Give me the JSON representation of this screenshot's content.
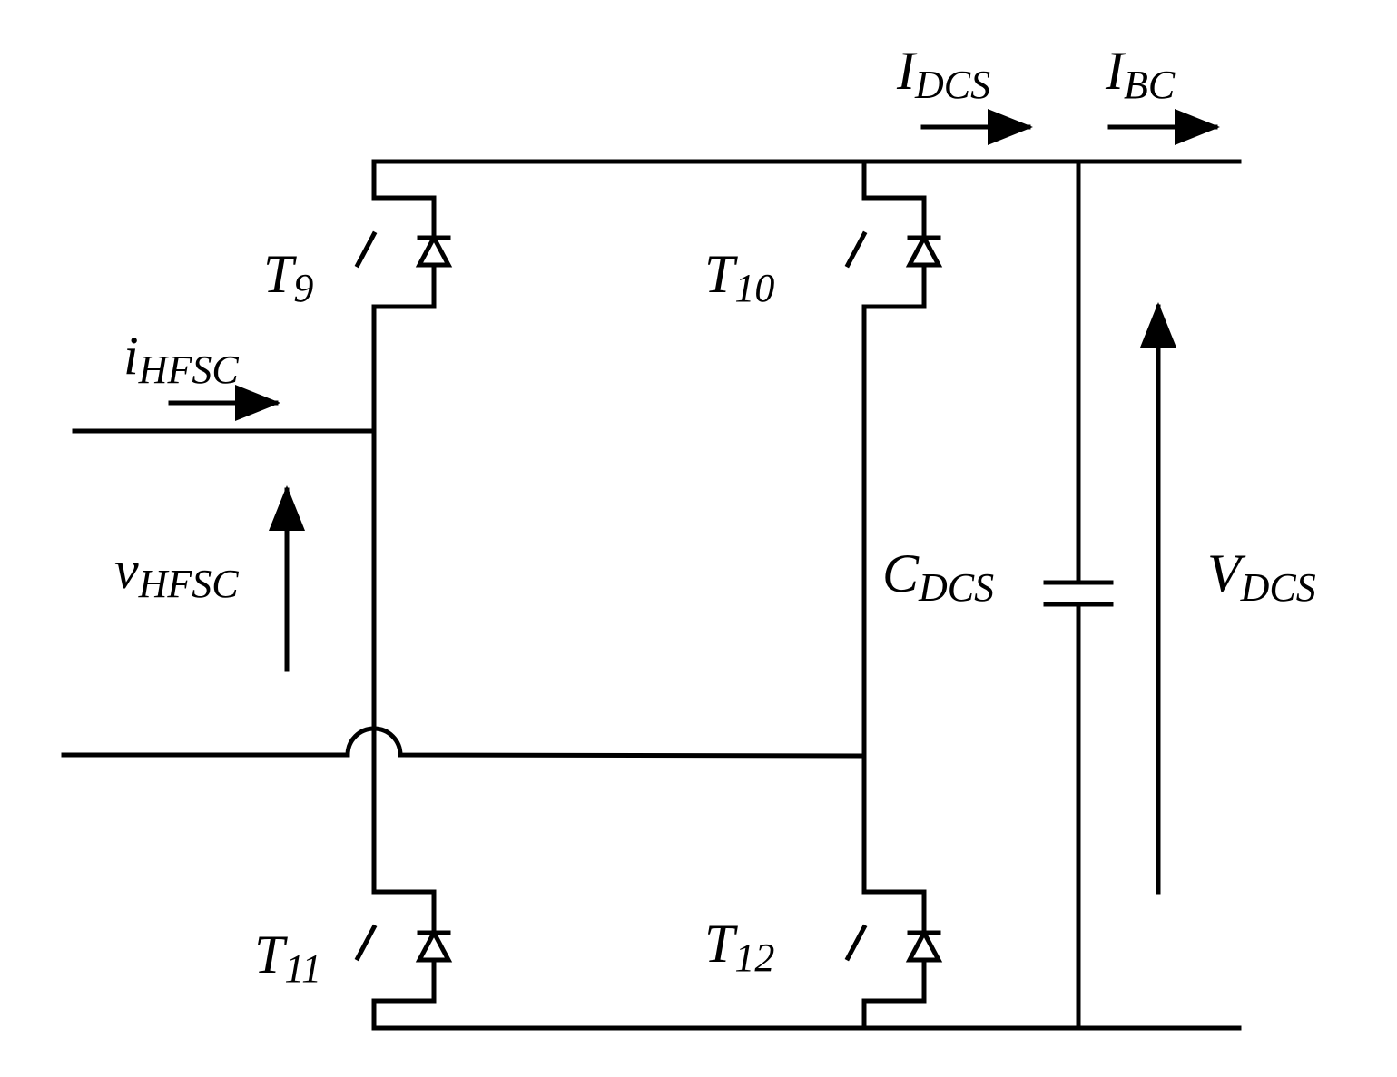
{
  "diagram": {
    "line_color": "#000000",
    "background": "#ffffff",
    "switches": {
      "t9": {
        "main": "T",
        "sub": "9"
      },
      "t10": {
        "main": "T",
        "sub": "10"
      },
      "t11": {
        "main": "T",
        "sub": "11"
      },
      "t12": {
        "main": "T",
        "sub": "12"
      }
    },
    "currents": {
      "i_hfsc": {
        "main": "i",
        "sub": "HFSC"
      },
      "i_dcs": {
        "main": "I",
        "sub": "DCS"
      },
      "i_bc": {
        "main": "I",
        "sub": "BC"
      }
    },
    "voltages": {
      "v_hfsc": {
        "main": "v",
        "sub": "HFSC"
      },
      "v_dcs": {
        "main": "V",
        "sub": "DCS"
      }
    },
    "capacitor": {
      "main": "C",
      "sub": "DCS"
    }
  }
}
